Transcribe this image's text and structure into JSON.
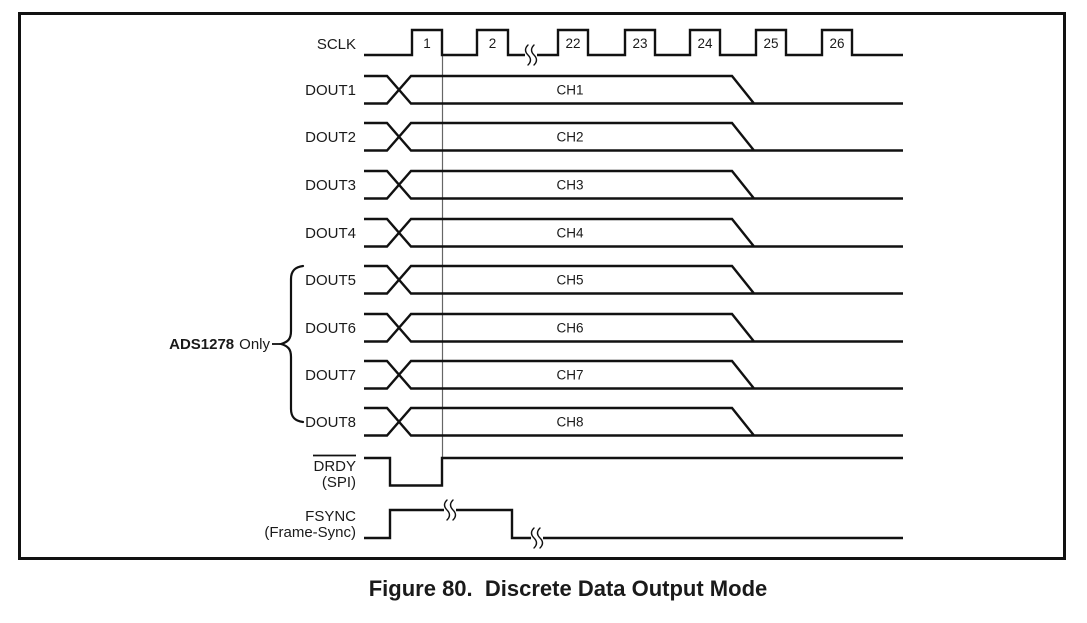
{
  "figure": {
    "caption": "Figure 80.  Discrete Data Output Mode"
  },
  "sclk": {
    "label": "SCLK",
    "pulse_numbers": [
      "1",
      "2",
      "22",
      "23",
      "24",
      "25",
      "26"
    ]
  },
  "dout": [
    {
      "name": "DOUT1",
      "channel": "CH1"
    },
    {
      "name": "DOUT2",
      "channel": "CH2"
    },
    {
      "name": "DOUT3",
      "channel": "CH3"
    },
    {
      "name": "DOUT4",
      "channel": "CH4"
    },
    {
      "name": "DOUT5",
      "channel": "CH5"
    },
    {
      "name": "DOUT6",
      "channel": "CH6"
    },
    {
      "name": "DOUT7",
      "channel": "CH7"
    },
    {
      "name": "DOUT8",
      "channel": "CH8"
    }
  ],
  "group": {
    "device": "ADS1278",
    "suffix": "Only"
  },
  "drdy": {
    "name": "DRDY",
    "sub": "(SPI)"
  },
  "fsync": {
    "name": "FSYNC",
    "sub": "(Frame-Sync)"
  },
  "colors": {
    "line": "#111111",
    "text": "#1a1a1a",
    "alignment_line": "#666666",
    "background": "#ffffff"
  }
}
